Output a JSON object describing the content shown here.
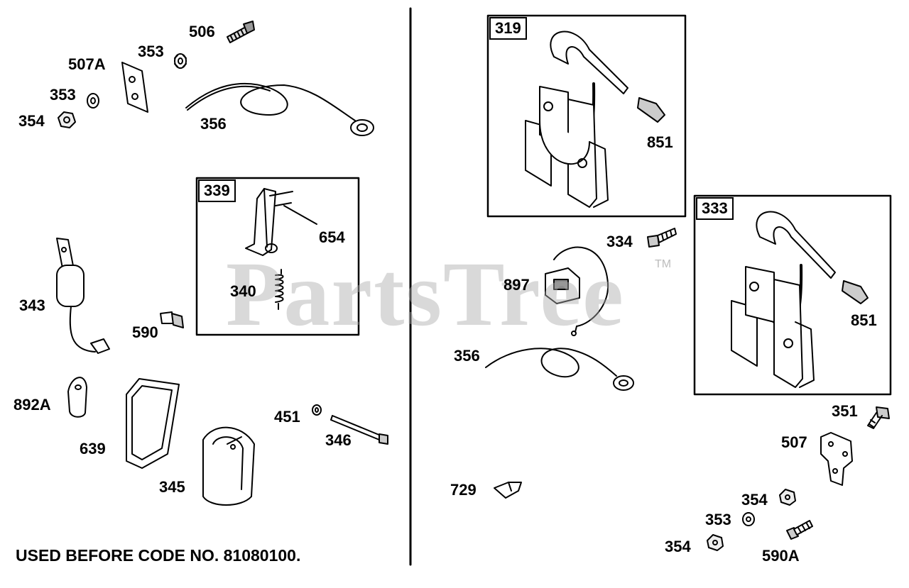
{
  "watermark": {
    "text": "PartsTree",
    "tm": "TM"
  },
  "footnote": "USED BEFORE CODE NO. 81080100.",
  "boxes": {
    "b339": "339",
    "b319": "319",
    "b333": "333"
  },
  "labels": {
    "l506": "506",
    "l507A": "507A",
    "l353a": "353",
    "l353b": "353",
    "l354a": "354",
    "l356a": "356",
    "l654": "654",
    "l340": "340",
    "l343": "343",
    "l590": "590",
    "l892A": "892A",
    "l639": "639",
    "l345": "345",
    "l451": "451",
    "l346": "346",
    "l851a": "851",
    "l334": "334",
    "l897": "897",
    "l356b": "356",
    "l851b": "851",
    "l729": "729",
    "l351": "351",
    "l507": "507",
    "l354b": "354",
    "l353c": "353",
    "l354c": "354",
    "l590A": "590A"
  }
}
